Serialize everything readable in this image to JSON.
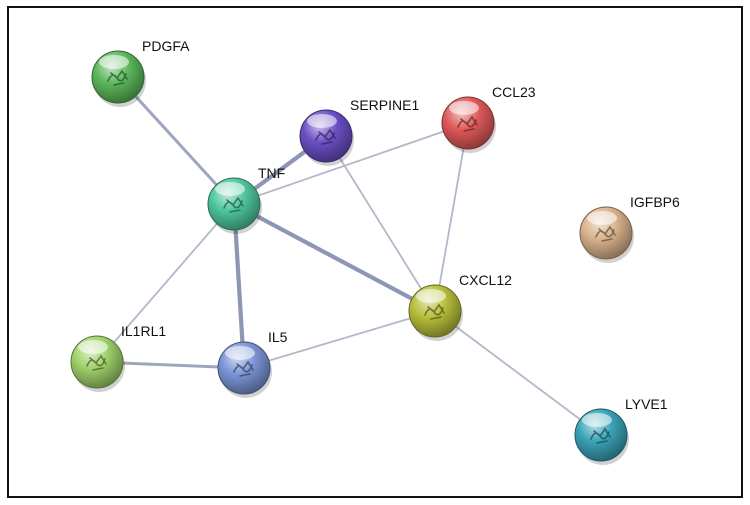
{
  "network": {
    "nodes": [
      {
        "id": "PDGFA",
        "label": "PDGFA",
        "color": "#5cb85c"
      },
      {
        "id": "SERPINE1",
        "label": "SERPINE1",
        "color": "#6a4fc4"
      },
      {
        "id": "CCL23",
        "label": "CCL23",
        "color": "#e05a5a"
      },
      {
        "id": "TNF",
        "label": "TNF",
        "color": "#4fc7a0"
      },
      {
        "id": "IGFBP6",
        "label": "IGFBP6",
        "color": "#d9b38c"
      },
      {
        "id": "CXCL12",
        "label": "CXCL12",
        "color": "#b8bf3a"
      },
      {
        "id": "IL1RL1",
        "label": "IL1RL1",
        "color": "#9fd26a"
      },
      {
        "id": "IL5",
        "label": "IL5",
        "color": "#7b95d6"
      },
      {
        "id": "LYVE1",
        "label": "LYVE1",
        "color": "#3aa3b8"
      }
    ],
    "edges": [
      {
        "source": "PDGFA",
        "target": "TNF",
        "strength": "medium"
      },
      {
        "source": "SERPINE1",
        "target": "TNF",
        "strength": "strong"
      },
      {
        "source": "CCL23",
        "target": "TNF",
        "strength": "weak"
      },
      {
        "source": "SERPINE1",
        "target": "CXCL12",
        "strength": "weak"
      },
      {
        "source": "CCL23",
        "target": "CXCL12",
        "strength": "weak"
      },
      {
        "source": "TNF",
        "target": "CXCL12",
        "strength": "strong"
      },
      {
        "source": "TNF",
        "target": "IL5",
        "strength": "strong"
      },
      {
        "source": "TNF",
        "target": "IL1RL1",
        "strength": "weak"
      },
      {
        "source": "IL1RL1",
        "target": "IL5",
        "strength": "medium"
      },
      {
        "source": "IL5",
        "target": "CXCL12",
        "strength": "weak"
      },
      {
        "source": "CXCL12",
        "target": "LYVE1",
        "strength": "weak"
      }
    ]
  }
}
